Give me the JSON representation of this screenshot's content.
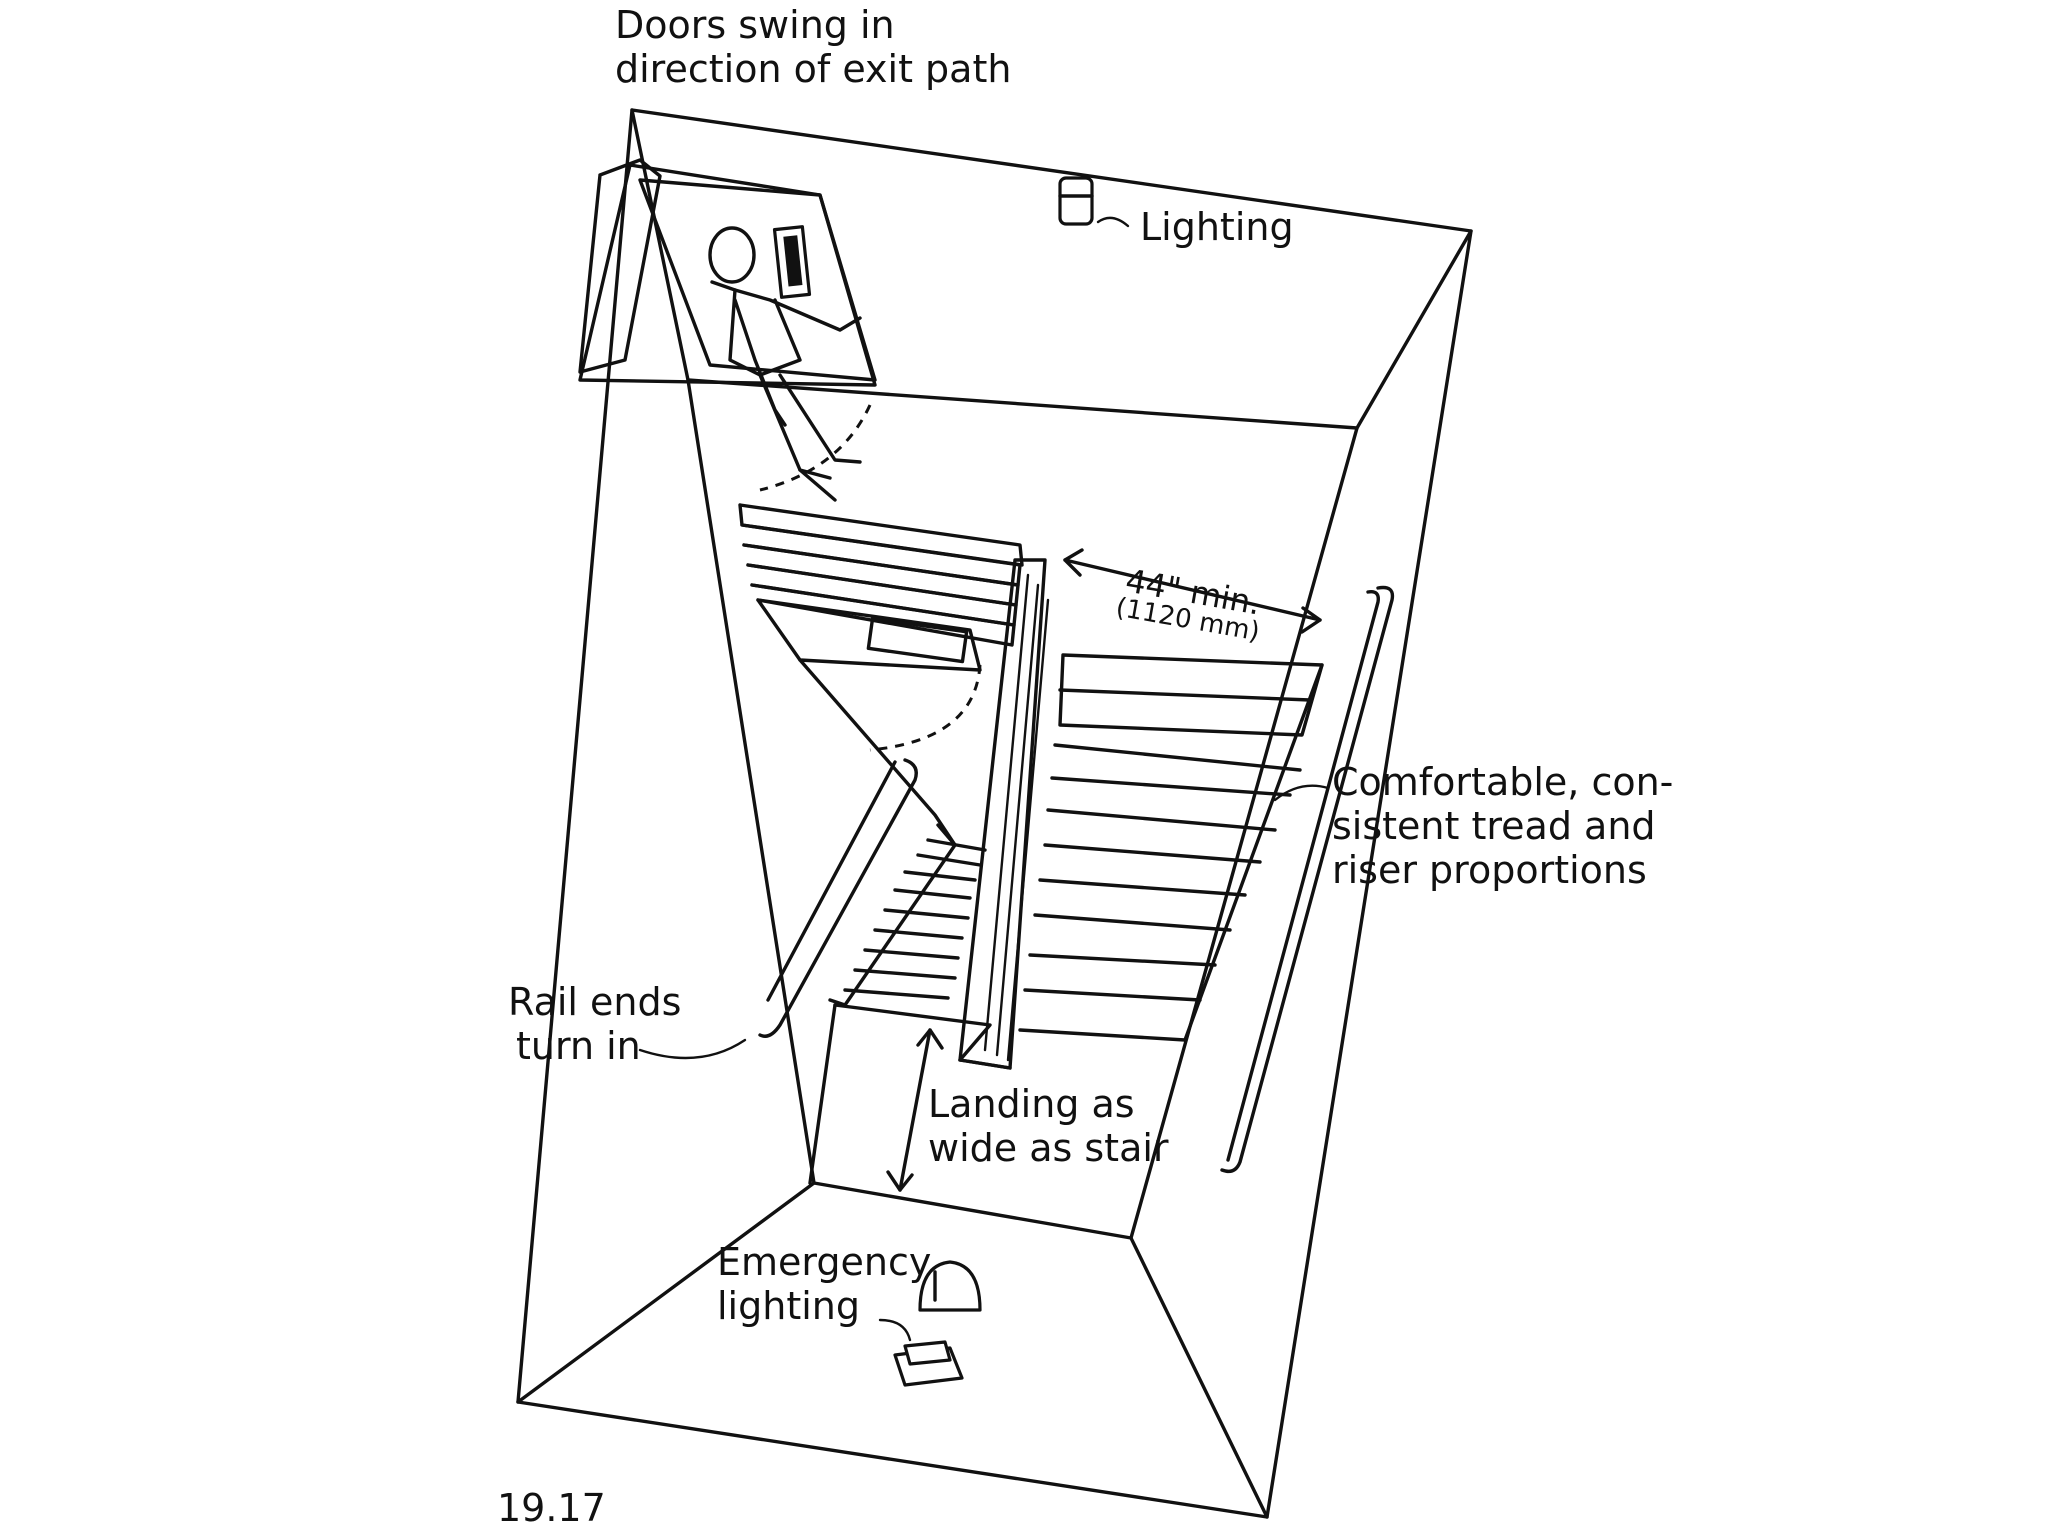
{
  "labels": {
    "doors": [
      "Doors swing in",
      "direction of exit path"
    ],
    "lighting": "Lighting",
    "width_min": "44\" min.",
    "width_metric": "(1120 mm)",
    "tread": [
      "Comfortable, con-",
      "sistent tread and",
      "riser proportions"
    ],
    "rail_ends": [
      "Rail ends",
      "turn in"
    ],
    "landing": [
      "Landing as",
      "wide as stair"
    ],
    "emergency": [
      "Emergency",
      "lighting"
    ],
    "figure_number": "19.17"
  },
  "icons": [
    "door-icon",
    "person-icon",
    "ceiling-light-icon",
    "emergency-light-icon",
    "handrail-icon"
  ]
}
